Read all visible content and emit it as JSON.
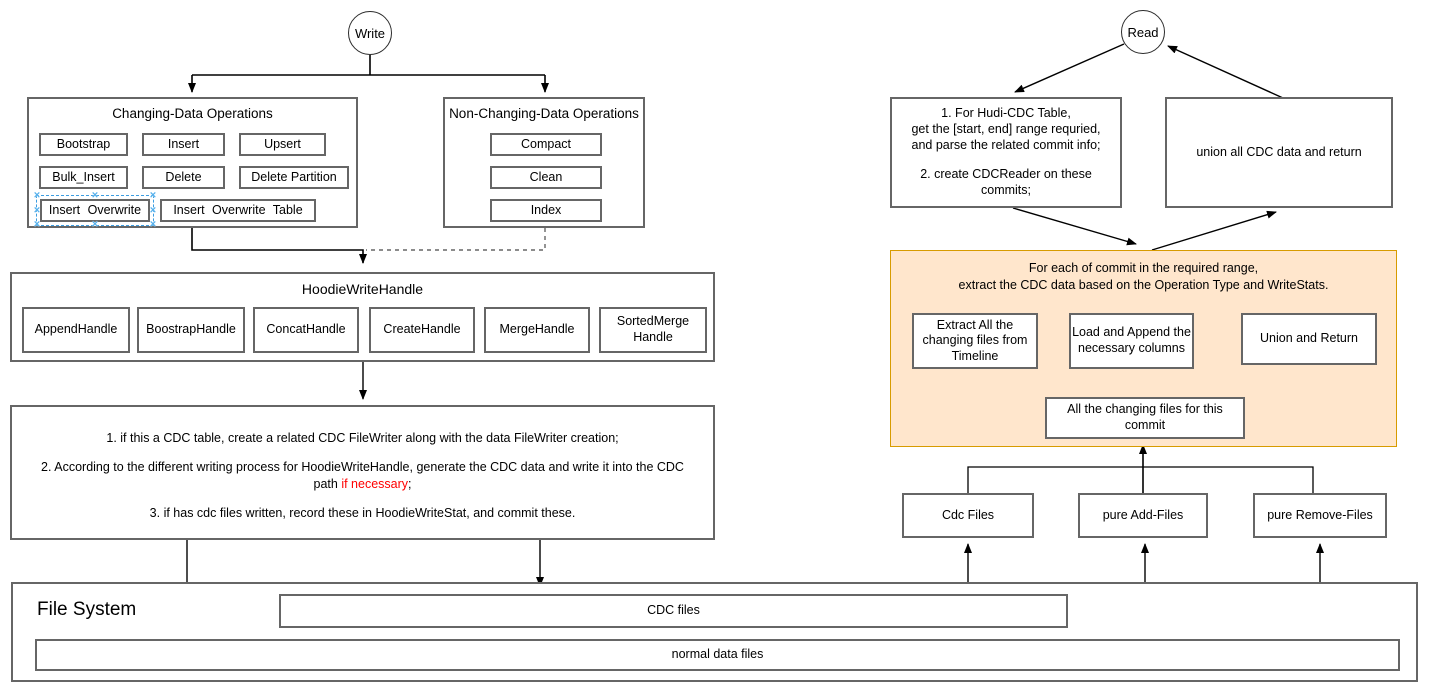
{
  "write_flow": {
    "start_label": "Write",
    "changing_ops": {
      "title": "Changing-Data Operations",
      "ops": [
        "Bootstrap",
        "Insert",
        "Upsert",
        "Bulk_Insert",
        "Delete",
        "Delete Partition",
        "Insert Overwrite",
        "Insert Overwrite Table"
      ],
      "selected_op": "Insert Overwrite"
    },
    "non_changing_ops": {
      "title": "Non-Changing-Data Operations",
      "ops": [
        "Compact",
        "Clean",
        "Index"
      ]
    },
    "write_handle": {
      "title": "HoodieWriteHandle",
      "handles": [
        "AppendHandle",
        "BoostrapHandle",
        "ConcatHandle",
        "CreateHandle",
        "MergeHandle",
        "SortedMerge Handle"
      ]
    },
    "cdc_steps": {
      "step1": "1. if this a CDC table, create a related CDC FileWriter along with the data FileWriter creation;",
      "step2_prefix": "2. According to the different writing process for HoodieWriteHandle, generate the CDC data and write it into the CDC path ",
      "step2_highlight": "if necessary",
      "step2_suffix": ";",
      "step3": "3. if has cdc files written, record these in HoodieWriteStat, and commit these."
    }
  },
  "read_flow": {
    "start_label": "Read",
    "prepare_box": {
      "lines": [
        "1. For Hudi-CDC Table,",
        "get the [start, end] range requried,",
        "and parse the related commit info;",
        "2. create CDCReader on these",
        "commits;"
      ]
    },
    "union_box": "union all CDC data and return",
    "per_commit": {
      "title_line1": "For each of commit in the required range,",
      "title_line2": "extract the CDC data based on the Operation Type and WriteStats.",
      "extract_box": "Extract All the changing files from Timeline",
      "load_box": "Load and Append the necessary columns",
      "union_return_box": "Union and Return",
      "changing_files_box": "All the changing files for this commit"
    },
    "file_groups": [
      "Cdc Files",
      "pure Add-Files",
      "pure Remove-Files"
    ]
  },
  "file_system": {
    "title": "File System",
    "cdc_files": "CDC files",
    "normal_files": "normal data files"
  },
  "colors": {
    "highlight_fill": "#ffe6cc",
    "highlight_border": "#d79b00",
    "selection_blue": "#3d9de0",
    "warning_red": "#ff0000"
  }
}
